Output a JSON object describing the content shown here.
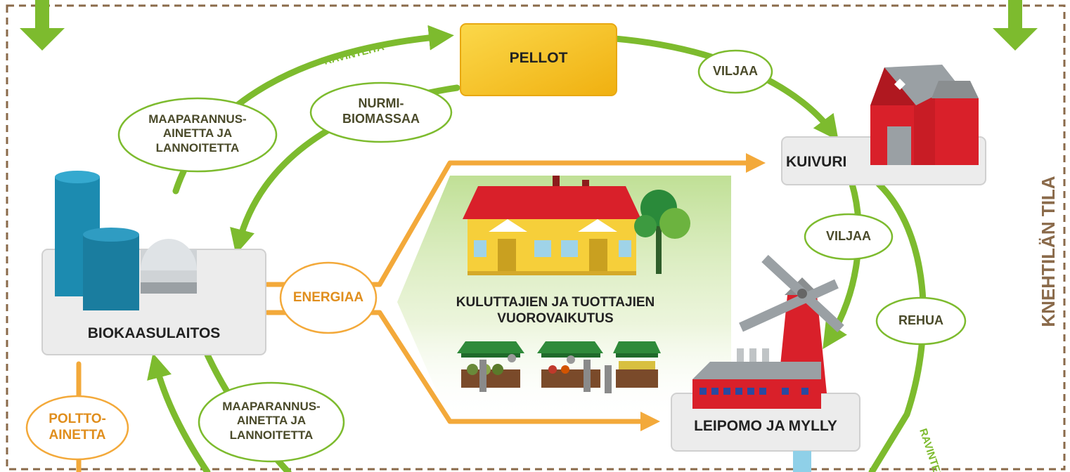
{
  "title": "KNEHTILÄN TILA",
  "colors": {
    "green": "#7dbb2e",
    "orange": "#f3a93a",
    "border": "#8a6a4a",
    "yellow_box": "#f5c21b",
    "silo": "#1c8bb0",
    "red_building": "#d9202a",
    "grey_box": "#ececec"
  },
  "nodes": {
    "pellot": "PELLOT",
    "kuivuri": "KUIVURI",
    "biokaasulaitos": "BIOKAASULAITOS",
    "leipomo": "LEIPOMO JA MYLLY",
    "center": [
      "KULUTTAJIEN JA TUOTTAJIEN",
      "VUOROVAIKUTUS"
    ]
  },
  "flows": {
    "ravinteita_top": "RAVINTEITA",
    "ravinteita_right": "RAVINTEITA",
    "viljaa_top": "VILJAA",
    "viljaa_mid": "VILJAA",
    "rehua": "REHUA",
    "nurmi": [
      "NURMI-",
      "BIOMASSAA"
    ],
    "maaparannus_top": [
      "MAAPARANNUS-",
      "AINETTA JA",
      "LANNOITETTA"
    ],
    "maaparannus_bottom": [
      "MAAPARANNUS-",
      "AINETTA JA",
      "LANNOITETTA"
    ],
    "energiaa": "ENERGIAA",
    "poltto": [
      "POLTTO-",
      "AINETTA"
    ]
  },
  "icons": [
    "biogas-silo-icon",
    "farmhouse-icon",
    "tree-icon",
    "market-stall-icon",
    "red-barn-icon",
    "windmill-icon",
    "mill-building-icon",
    "down-arrow-icon"
  ]
}
